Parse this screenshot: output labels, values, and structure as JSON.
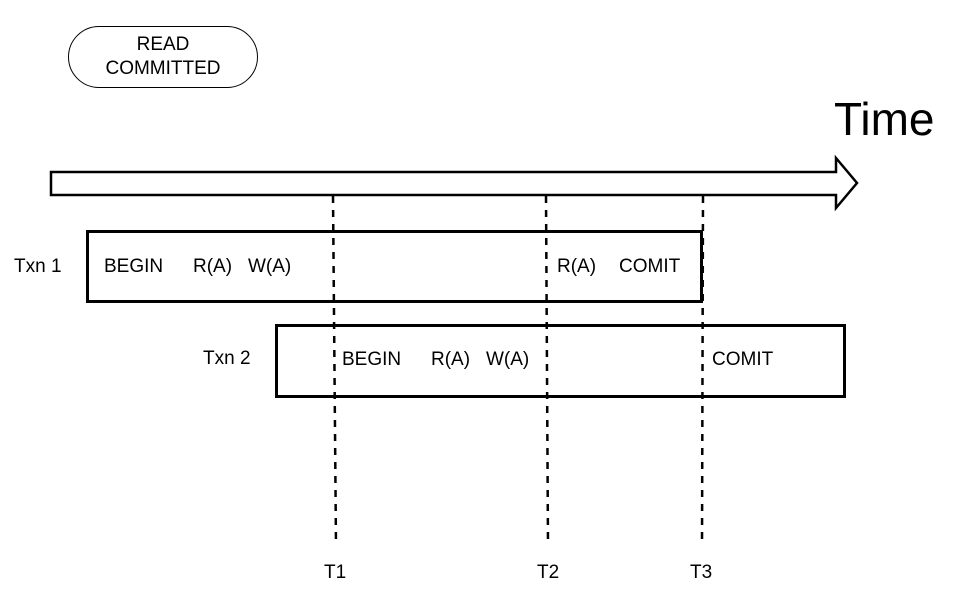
{
  "isolation_level": {
    "line1": "READ",
    "line2": "COMMITTED"
  },
  "time_label": "Time",
  "txn1": {
    "label": "Txn 1",
    "ops": [
      "BEGIN",
      "R(A)",
      "W(A)",
      "R(A)",
      "COMIT"
    ]
  },
  "txn2": {
    "label": "Txn 2",
    "ops": [
      "BEGIN",
      "R(A)",
      "W(A)",
      "COMIT"
    ]
  },
  "ticks": [
    "T1",
    "T2",
    "T3"
  ]
}
